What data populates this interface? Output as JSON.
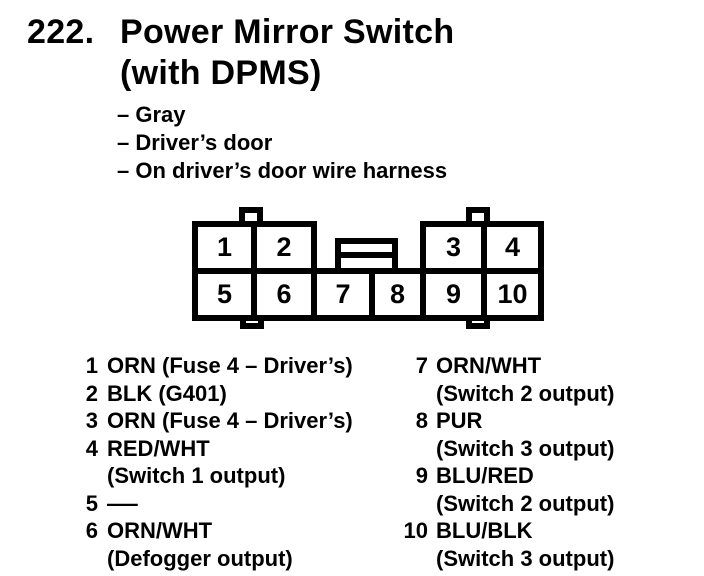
{
  "colors": {
    "ink": "#000000",
    "paper": "#ffffff"
  },
  "header": {
    "section_number": "222.",
    "title_line1": "Power Mirror Switch",
    "title_line2": "(with DPMS)"
  },
  "notes": [
    "– Gray",
    "– Driver’s door",
    "– On driver’s door wire harness"
  ],
  "connector": {
    "pins": [
      "1",
      "2",
      "3",
      "4",
      "5",
      "6",
      "7",
      "8",
      "9",
      "10"
    ]
  },
  "pinout": {
    "left": [
      {
        "num": "1",
        "label": "ORN (Fuse 4 – Driver’s)"
      },
      {
        "num": "2",
        "label": "BLK (G401)"
      },
      {
        "num": "3",
        "label": "ORN (Fuse 4 – Driver’s)"
      },
      {
        "num": "4",
        "label": "RED/WHT",
        "sub": "(Switch 1 output)"
      },
      {
        "num": "5",
        "label": "—"
      },
      {
        "num": "6",
        "label": "ORN/WHT",
        "sub": "(Defogger output)"
      }
    ],
    "right": [
      {
        "num": "7",
        "label": "ORN/WHT",
        "sub": "(Switch 2 output)"
      },
      {
        "num": "8",
        "label": "PUR",
        "sub": "(Switch 3 output)"
      },
      {
        "num": "9",
        "label": "BLU/RED",
        "sub": "(Switch 2 output)"
      },
      {
        "num": "10",
        "label": "BLU/BLK",
        "sub": "(Switch 3 output)"
      }
    ]
  }
}
